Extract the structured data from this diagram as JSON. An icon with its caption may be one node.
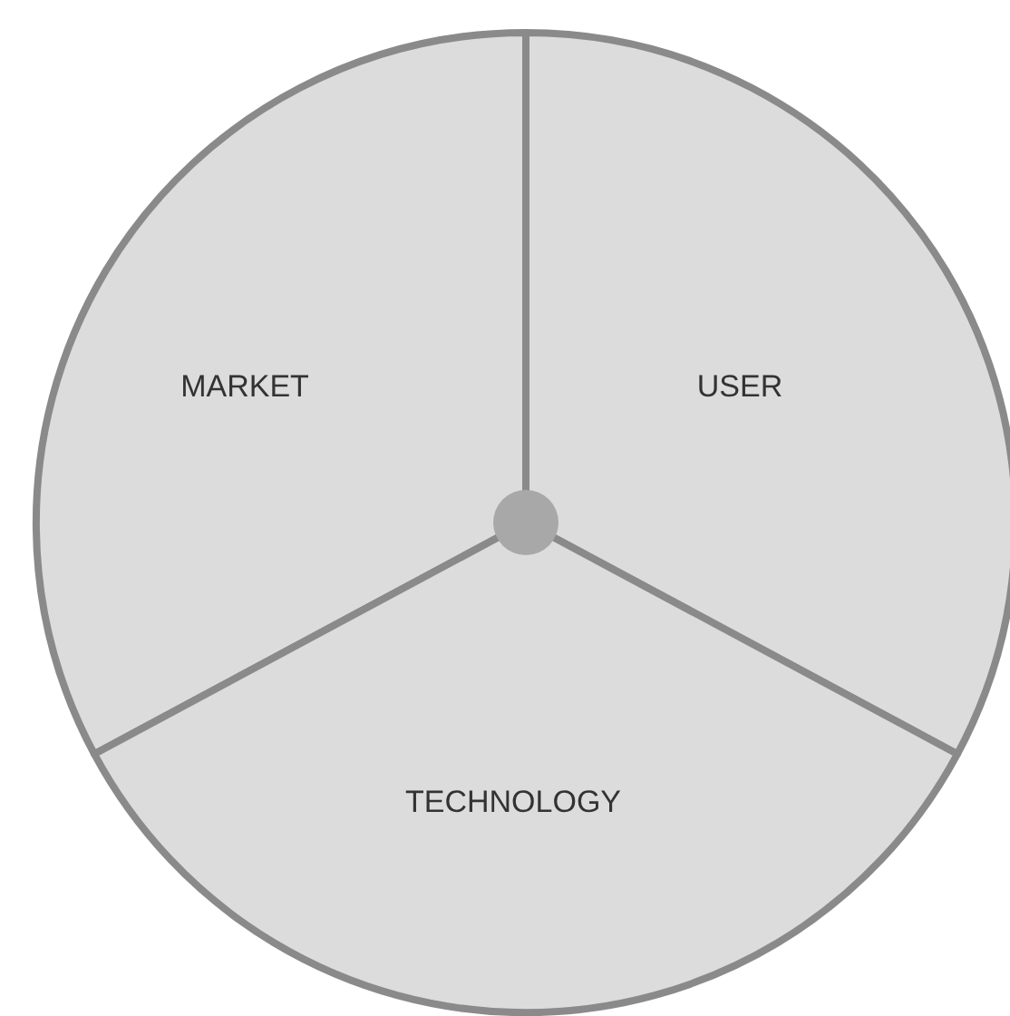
{
  "diagram": {
    "nodes": [
      {
        "text": [
          "MARKET"
        ]
      },
      {
        "text": [
          "USER"
        ]
      },
      {
        "text": [
          "TECHNOLOGY"
        ]
      }
    ]
  }
}
